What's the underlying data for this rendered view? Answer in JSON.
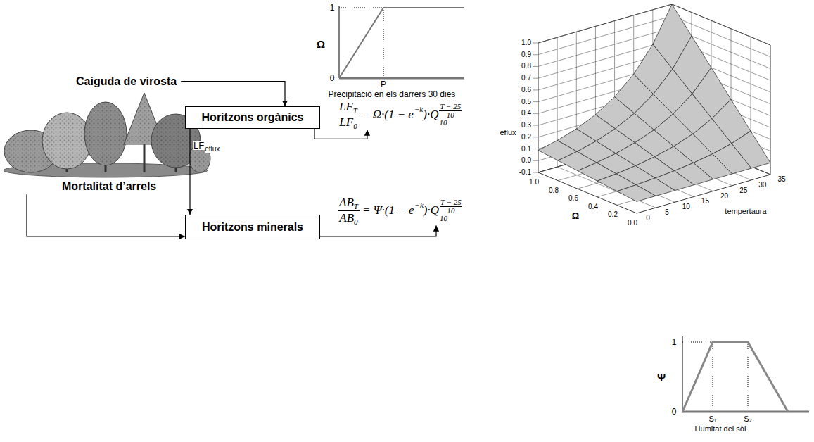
{
  "diagram": {
    "nodes": [
      {
        "text": [
          "Caiguda de virosta"
        ]
      },
      {
        "text": [
          "Horitzons orgànics"
        ]
      },
      {
        "text": [
          "LF",
          "T",
          "LF",
          "0",
          "= Ω·(1 − e",
          "−k",
          ")·Q",
          "10",
          "T − 25",
          "10"
        ]
      },
      {
        "text": [
          "Mortalitat d’arrels"
        ]
      },
      {
        "text": [
          "Horitzons minerals"
        ]
      },
      {
        "text": [
          "AB",
          "T",
          "AB",
          "0",
          "= Ψ·(1 − e",
          "−k",
          ")·Q",
          "10",
          "T − 25",
          "10"
        ]
      }
    ],
    "edges": [
      {
        "from": 0,
        "to": 1,
        "arrow": "to"
      },
      {
        "from": 1,
        "to": 2,
        "arrow": "to"
      },
      {
        "from": 1,
        "to": 4,
        "arrow": "to",
        "label": "LF"
      },
      {
        "from": 3,
        "to": 4,
        "arrow": "to"
      },
      {
        "from": 4,
        "to": 5,
        "arrow": "to"
      }
    ],
    "labels": [
      "1",
      "0",
      "Ω",
      "P",
      "Precipitació en els darrers 30 dies",
      "eflux",
      "eflux",
      "1.0",
      "0.9",
      "0.8",
      "0.7",
      "0.6",
      "0.5",
      "0.4",
      "0.3",
      "0.2",
      "0.1",
      "0.0",
      "-0.1",
      "1.0",
      "0.8",
      "0.6",
      "0.4",
      "0.2",
      "0.0",
      "Ω",
      "35",
      "30",
      "25",
      "20",
      "15",
      "10",
      "5",
      "0",
      "tempertaura",
      "1",
      "0",
      "Ψ",
      "S₁",
      "S₂",
      "Humitat del sòl"
    ]
  }
}
